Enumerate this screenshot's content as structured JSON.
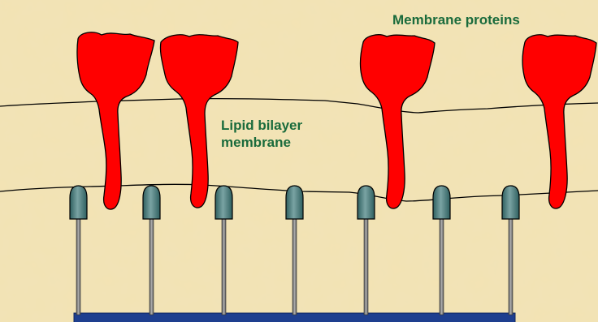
{
  "labels": {
    "membrane_proteins": "Membrane proteins",
    "lipid_bilayer_line1": "Lipid bilayer",
    "lipid_bilayer_line2": "membrane"
  },
  "colors": {
    "background": "#f3e3b3",
    "protein_fill": "#ff0000",
    "label_text": "#1a6b3c",
    "membrane_line": "#000000",
    "tether_head": "#336666",
    "tether_stem": "#8a8a8a",
    "substrate": "#1e3f8f"
  },
  "diagram": {
    "protein_count": 4,
    "tether_count": 7
  }
}
